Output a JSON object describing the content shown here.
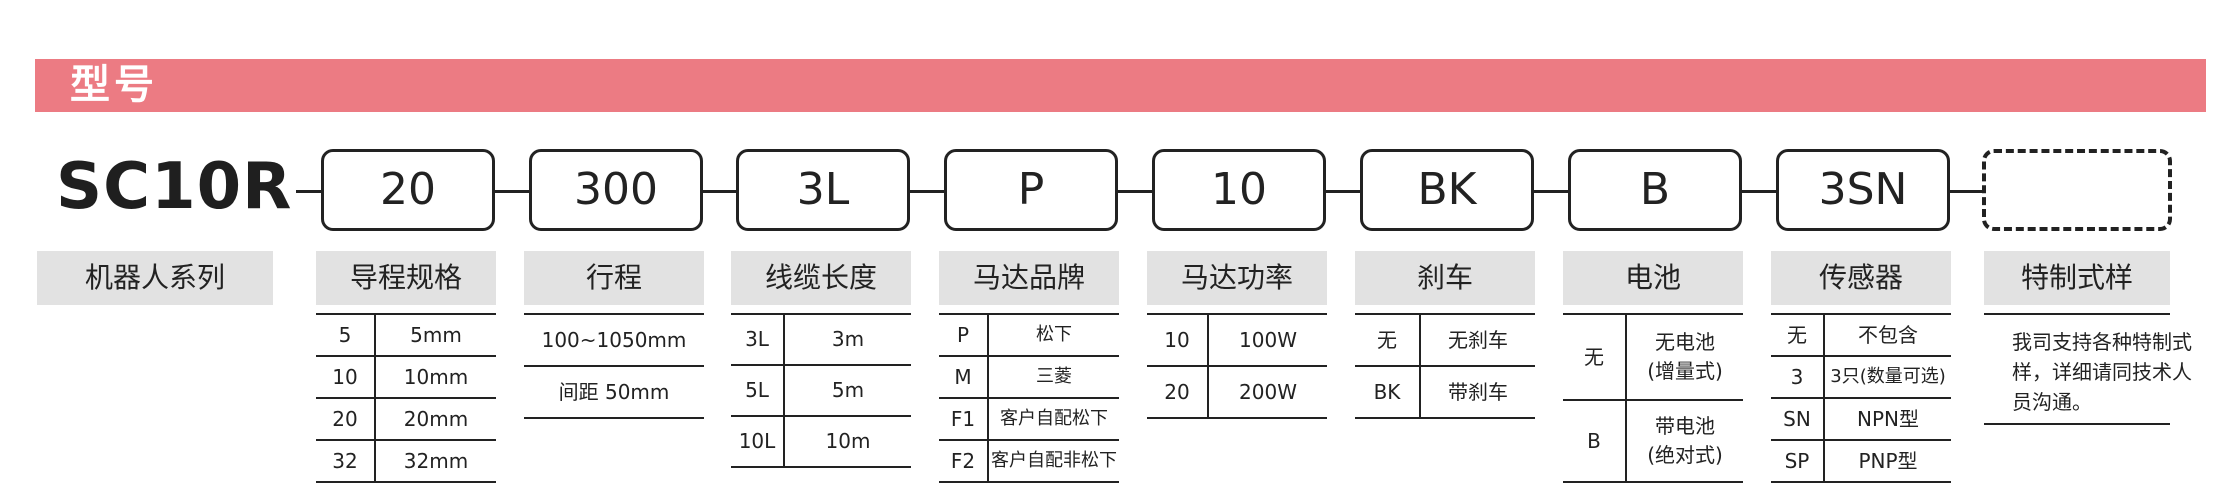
{
  "header": {
    "title": "型号"
  },
  "model": "SC10R",
  "series_label": "机器人系列",
  "codes": [
    "20",
    "300",
    "3L",
    "P",
    "10",
    "BK",
    "B",
    "3SN",
    ""
  ],
  "labels": [
    "导程规格",
    "行程",
    "线缆长度",
    "马达品牌",
    "马达功率",
    "刹车",
    "电池",
    "传感器",
    "特制式样"
  ],
  "lead": [
    [
      "5",
      "5mm"
    ],
    [
      "10",
      "10mm"
    ],
    [
      "20",
      "20mm"
    ],
    [
      "32",
      "32mm"
    ]
  ],
  "stroke": [
    "100~1050mm",
    "间距 50mm"
  ],
  "cable": [
    [
      "3L",
      "3m"
    ],
    [
      "5L",
      "5m"
    ],
    [
      "10L",
      "10m"
    ]
  ],
  "motor_brand": [
    [
      "P",
      "松下"
    ],
    [
      "M",
      "三菱"
    ],
    [
      "F1",
      "客户自配松下"
    ],
    [
      "F2",
      "客户自配非松下"
    ]
  ],
  "motor_power": [
    [
      "10",
      "100W"
    ],
    [
      "20",
      "200W"
    ]
  ],
  "brake": [
    [
      "无",
      "无刹车"
    ],
    [
      "BK",
      "带刹车"
    ]
  ],
  "battery": [
    [
      "无",
      "无电池\n(增量式)"
    ],
    [
      "B",
      "带电池\n(绝对式)"
    ]
  ],
  "sensor": [
    [
      "无",
      "不包含"
    ],
    [
      "3",
      "3只(数量可选)"
    ],
    [
      "SN",
      "NPN型"
    ],
    [
      "SP",
      "PNP型"
    ]
  ],
  "special_note": "我司支持各种特制式样，详细请同技术人员沟通。"
}
